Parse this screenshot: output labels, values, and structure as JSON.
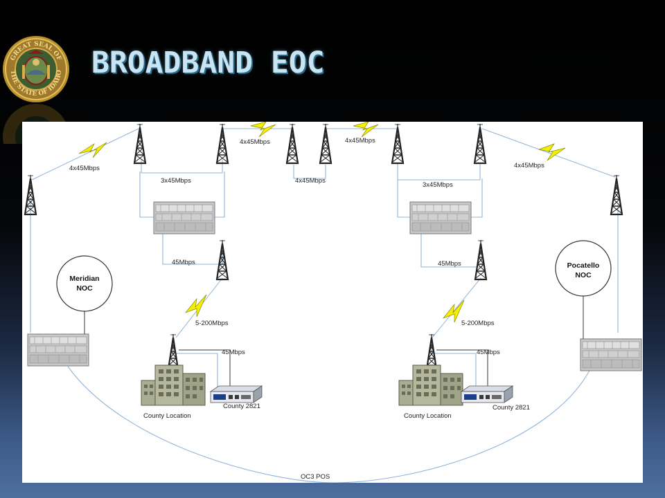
{
  "slide": {
    "title": "BROADBAND EOC"
  },
  "seal": {
    "text": "GREAT SEAL OF THE STATE OF IDAHO",
    "colors": {
      "ring": "#c9a030",
      "inner": "#3a5a2a",
      "band": "#8a1a1a"
    }
  },
  "diagram": {
    "links": {
      "left_top": "4x45Mbps",
      "left_pair": "3x45Mbps",
      "center_top_left": "4x45Mbps",
      "center_pair": "4x45Mbps",
      "center_top_right": "4x45Mbps",
      "right_pair": "3x45Mbps",
      "right_top": "4x45Mbps",
      "left_router_down": "45Mbps",
      "right_router_down": "45Mbps",
      "left_wireless": "5-200Mbps",
      "right_wireless": "5-200Mbps",
      "left_county": "45Mbps",
      "right_county": "45Mbps",
      "backbone": "OC3 POS"
    },
    "nocs": {
      "left": {
        "line1": "Meridian",
        "line2": "NOC"
      },
      "right": {
        "line1": "Pocatello",
        "line2": "NOC"
      }
    },
    "sites": {
      "left_building": "County Location",
      "left_router": "County 2821",
      "right_building": "County Location",
      "right_router": "County 2821"
    },
    "colors": {
      "line": "#8fb4d8",
      "bolt": "#f5f000",
      "bolt_edge": "#8a8a00",
      "tower": "#222222"
    }
  }
}
